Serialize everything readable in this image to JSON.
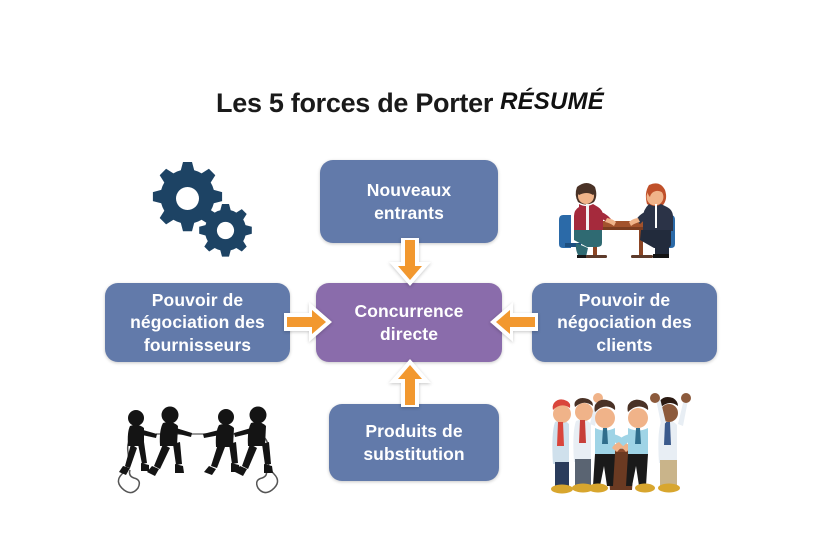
{
  "title": {
    "main": "Les 5 forces de Porter",
    "emphasis": "RÉSUMÉ"
  },
  "colors": {
    "box_blue": "#627aaa",
    "box_purple": "#8a6cab",
    "arrow_orange": "#f2982f",
    "gear_navy": "#1d4364",
    "background": "#ffffff",
    "text": "#ffffff",
    "title_text": "#1a1a1a"
  },
  "forces": {
    "new_entrants": {
      "label": "Nouveaux\nentrants",
      "line1": "Nouveaux",
      "line2": "entrants",
      "position": "top",
      "color": "#627aaa"
    },
    "supplier_power": {
      "line1": "Pouvoir de",
      "line2": "négociation  des",
      "line3": "fournisseurs",
      "position": "left",
      "color": "#627aaa"
    },
    "direct_competition": {
      "line1": "Concurrence",
      "line2": "directe",
      "position": "center",
      "color": "#8a6cab"
    },
    "client_power": {
      "line1": "Pouvoir de",
      "line2": "négociation  des",
      "line3": "clients",
      "position": "right",
      "color": "#627aaa"
    },
    "substitute_products": {
      "line1": "Produits de",
      "line2": "substitution",
      "position": "bottom",
      "color": "#627aaa"
    }
  },
  "arrows": [
    {
      "name": "arrow-down-new-entrants-to-center",
      "direction": "down"
    },
    {
      "name": "arrow-up-substitutes-to-center",
      "direction": "up"
    },
    {
      "name": "arrow-right-suppliers-to-center",
      "direction": "right"
    },
    {
      "name": "arrow-left-clients-to-center",
      "direction": "left"
    }
  ],
  "illustrations": [
    {
      "name": "gears-illustration",
      "description": "two interlocking gears",
      "corner": "top-left"
    },
    {
      "name": "negotiation-illustration",
      "description": "two people negotiating at a table",
      "corner": "top-right"
    },
    {
      "name": "tug-of-war-illustration",
      "description": "four stick figures pulling a rope",
      "corner": "bottom-left"
    },
    {
      "name": "crowd-competition-illustration",
      "description": "group of businesspeople competing at a podium",
      "corner": "bottom-right"
    }
  ]
}
